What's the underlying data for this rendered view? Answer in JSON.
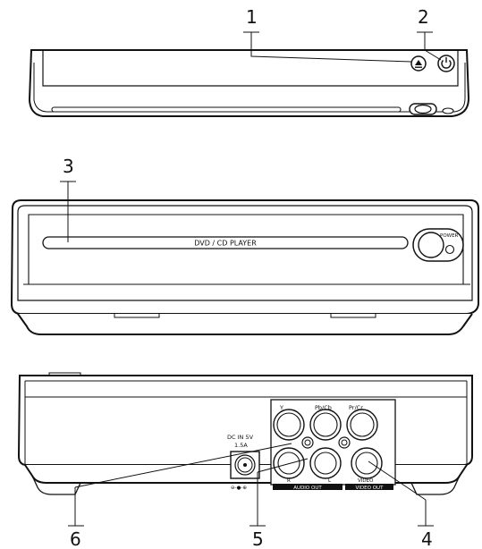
{
  "callouts": {
    "eject": "1",
    "power": "2",
    "disc_slot": "3",
    "video_out": "4",
    "audio_out": "5",
    "dc_in": "6"
  },
  "front_panel": {
    "player_label": "DVD / CD PLAYER",
    "power_label": "POWER"
  },
  "rear_panel": {
    "jack_y": "Y",
    "jack_pb": "Pb/Cb",
    "jack_pr": "Pr/Cr",
    "dc_label_line1": "DC IN 5V",
    "dc_label_line2": "1.5A",
    "polarity": "⊖-●-⊕",
    "jack_r": "R",
    "jack_l": "L",
    "jack_video": "VIDEO",
    "audio_out_label": "AUDIO OUT",
    "video_out_label": "VIDEO OUT"
  }
}
